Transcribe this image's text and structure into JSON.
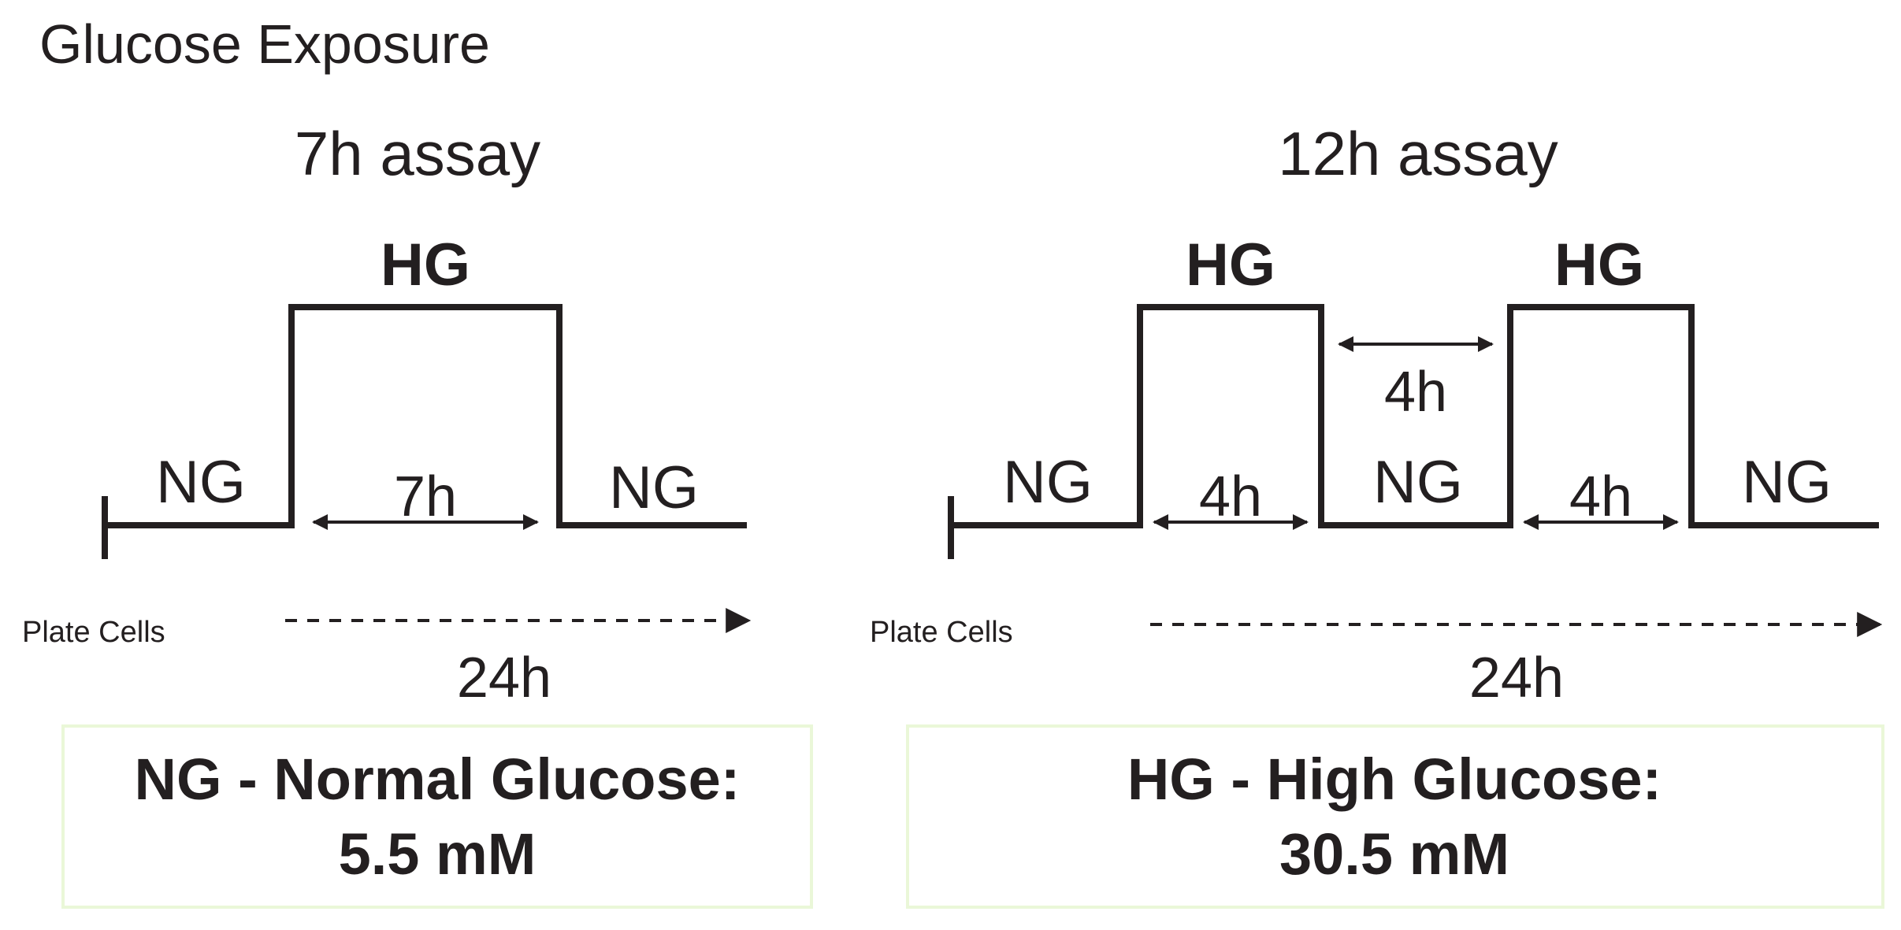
{
  "title": "Glucose Exposure",
  "assay_7h": {
    "heading": "7h assay",
    "phase_labels": {
      "ng_before": "NG",
      "hg": "HG",
      "ng_after": "NG"
    },
    "duration_labels": {
      "hg": "7h"
    },
    "timeline": {
      "start_label": "Plate Cells",
      "span_label": "24h"
    }
  },
  "assay_12h": {
    "heading": "12h assay",
    "phase_labels": {
      "ng_before": "NG",
      "hg_1": "HG",
      "ng_middle": "NG",
      "hg_2": "HG",
      "ng_after": "NG"
    },
    "duration_labels": {
      "hg_1": "4h",
      "gap": "4h",
      "hg_2": "4h"
    },
    "timeline": {
      "start_label": "Plate Cells",
      "span_label": "24h"
    }
  },
  "legend": {
    "ng": {
      "term": "NG - Normal Glucose:",
      "value": "5.5 mM"
    },
    "hg": {
      "term": "HG - High Glucose:",
      "value": "30.5 mM"
    }
  },
  "colors": {
    "ink": "#231f20",
    "legend_border": "#eaf7d8"
  }
}
